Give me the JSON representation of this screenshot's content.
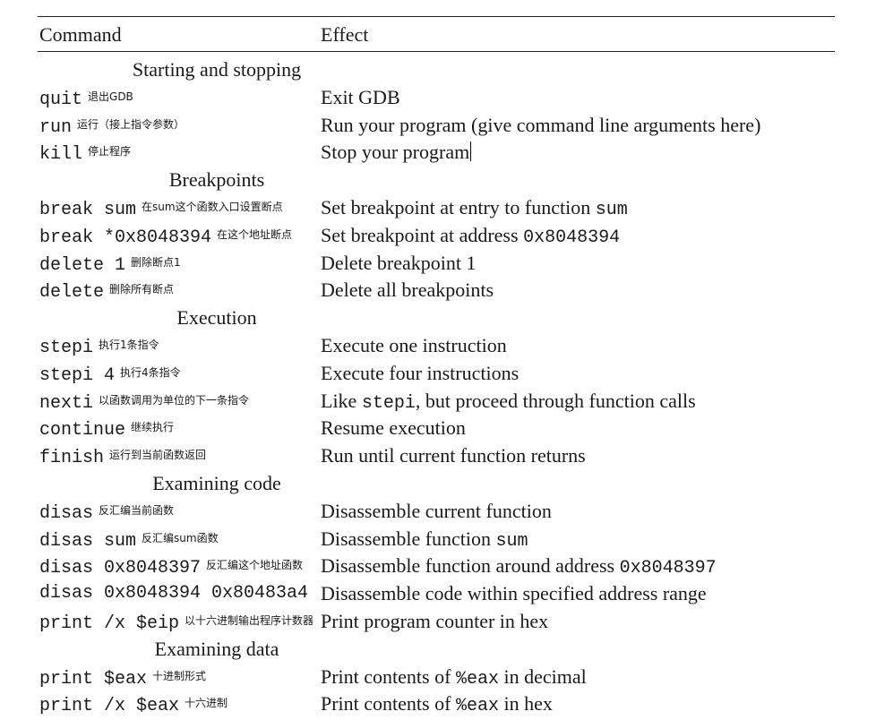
{
  "header": {
    "command": "Command",
    "effect": "Effect"
  },
  "sections": [
    {
      "title": "Starting and stopping",
      "rows": [
        {
          "cmd": "quit",
          "note": "退出GDB",
          "effect": [
            {
              "t": "Exit "
            },
            {
              "t": "GDB",
              "sc": true
            }
          ]
        },
        {
          "cmd": "run",
          "note": "运行（接上指令参数）",
          "effect": [
            {
              "t": "Run your program (give command line arguments here)"
            }
          ]
        },
        {
          "cmd": "kill",
          "note": "停止程序",
          "effect": [
            {
              "t": "Stop your program"
            }
          ],
          "caret": true
        }
      ]
    },
    {
      "title": "Breakpoints",
      "rows": [
        {
          "cmd": "break sum",
          "note": "在sum这个函数入口设置断点",
          "effect": [
            {
              "t": "Set breakpoint at entry to function "
            },
            {
              "t": "sum",
              "mono": true
            }
          ]
        },
        {
          "cmd": "break *0x8048394",
          "note": "在这个地址断点",
          "effect": [
            {
              "t": "Set breakpoint at address "
            },
            {
              "t": "0x8048394",
              "mono": true
            }
          ]
        },
        {
          "cmd": "delete 1",
          "note": "删除断点1",
          "effect": [
            {
              "t": "Delete breakpoint 1"
            }
          ]
        },
        {
          "cmd": "delete",
          "note": "删除所有断点",
          "effect": [
            {
              "t": "Delete all breakpoints"
            }
          ]
        }
      ]
    },
    {
      "title": "Execution",
      "rows": [
        {
          "cmd": "stepi",
          "note": "执行1条指令",
          "effect": [
            {
              "t": "Execute one instruction"
            }
          ]
        },
        {
          "cmd": "stepi 4",
          "note": "执行4条指令",
          "effect": [
            {
              "t": "Execute four instructions"
            }
          ]
        },
        {
          "cmd": "nexti",
          "note": "以函数调用为单位的下一条指令",
          "effect": [
            {
              "t": "Like "
            },
            {
              "t": "stepi",
              "mono": true
            },
            {
              "t": ", but proceed through function calls"
            }
          ]
        },
        {
          "cmd": "continue",
          "note": "继续执行",
          "effect": [
            {
              "t": "Resume execution"
            }
          ]
        },
        {
          "cmd": "finish",
          "note": "运行到当前函数返回",
          "effect": [
            {
              "t": "Run until current function returns"
            }
          ]
        }
      ]
    },
    {
      "title": "Examining code",
      "rows": [
        {
          "cmd": "disas",
          "note": "反汇编当前函数",
          "effect": [
            {
              "t": "Disassemble current function"
            }
          ]
        },
        {
          "cmd": "disas sum",
          "note": "反汇编sum函数",
          "effect": [
            {
              "t": "Disassemble function "
            },
            {
              "t": "sum",
              "mono": true
            }
          ]
        },
        {
          "cmd": "disas 0x8048397",
          "note": "反汇编这个地址函数",
          "effect": [
            {
              "t": "Disassemble function around address "
            },
            {
              "t": "0x8048397",
              "mono": true
            }
          ]
        },
        {
          "cmd": "disas 0x8048394 0x80483a4",
          "note": "",
          "effect": [
            {
              "t": "Disassemble code within specified address range"
            }
          ]
        },
        {
          "cmd": "print /x $eip",
          "note": "以十六进制输出程序计数器",
          "effect": [
            {
              "t": "Print program counter in hex"
            }
          ]
        }
      ]
    },
    {
      "title": "Examining data",
      "rows": [
        {
          "cmd": "print $eax",
          "note": "十进制形式",
          "effect": [
            {
              "t": "Print contents of "
            },
            {
              "t": "%eax",
              "mono": true
            },
            {
              "t": " in decimal"
            }
          ]
        },
        {
          "cmd": "print /x $eax",
          "note": "十六进制",
          "effect": [
            {
              "t": "Print contents of "
            },
            {
              "t": "%eax",
              "mono": true
            },
            {
              "t": " in hex"
            }
          ]
        }
      ]
    }
  ]
}
